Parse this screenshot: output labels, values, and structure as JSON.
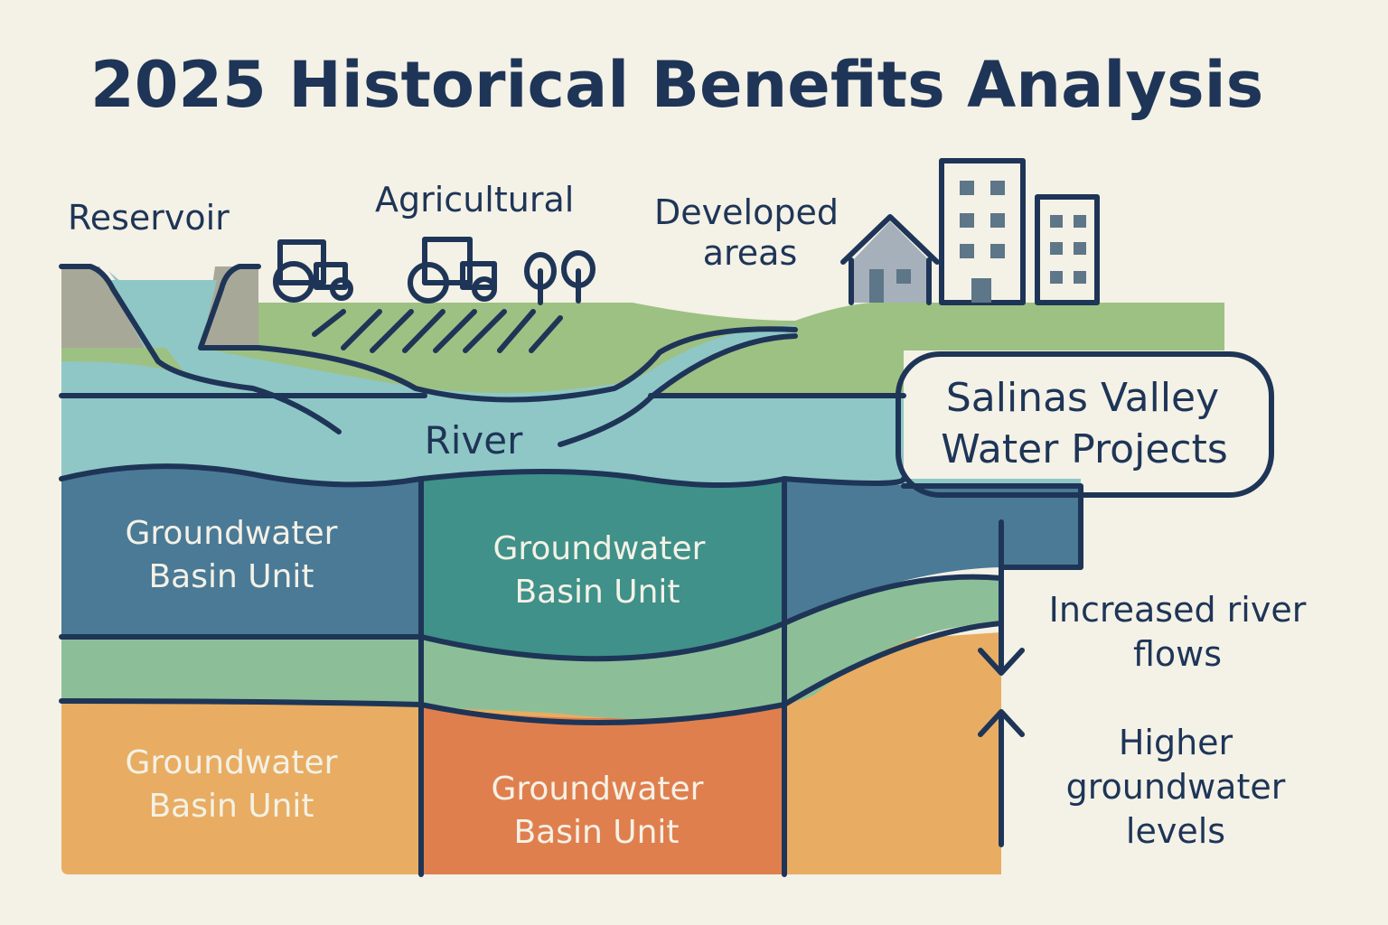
{
  "title": "2025 Historical Benefits Analysis",
  "labels": {
    "reservoir": "Reservoir",
    "agricultural": "Agricultural",
    "developed_line1": "Developed",
    "developed_line2": "areas",
    "river": "River",
    "callout_line1": "Salinas Valley",
    "callout_line2": "Water Projects",
    "increased_line1": "Increased river",
    "increased_line2": "flows",
    "higher_line1": "Higher",
    "higher_line2": "groundwater",
    "higher_line3": "levels"
  },
  "units": [
    {
      "line1": "Groundwater",
      "line2": "Basin Unit"
    },
    {
      "line1": "Groundwater",
      "line2": "Basin Unit"
    },
    {
      "line1": "Groundwater",
      "line2": "Basin Unit"
    },
    {
      "line1": "Groundwater",
      "line2": "Basin Unit"
    }
  ],
  "colors": {
    "background": "#f4f1e6",
    "navy": "#1e3557",
    "water": "#8fc7c6",
    "land": "#9dc183",
    "unit_blue": "#4a7a96",
    "unit_teal": "#3f9189",
    "aquitard": "#8cbf98",
    "unit_orange": "#e8ad62",
    "unit_red": "#e07f4e"
  }
}
